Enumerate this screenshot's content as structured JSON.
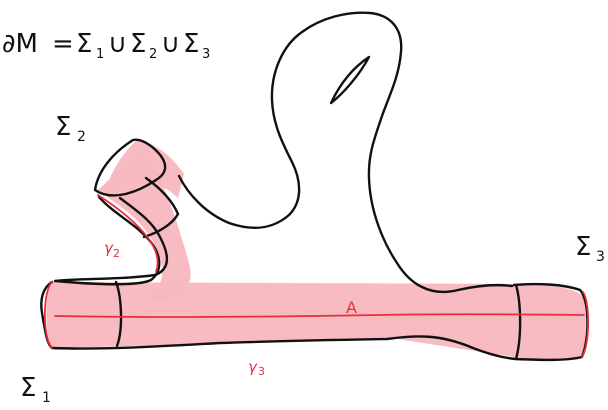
{
  "equation": {
    "lhs": "∂M",
    "equals": "=",
    "sigma": "Σ",
    "sub1": "1",
    "sub2": "2",
    "sub3": "3",
    "union": "∪"
  },
  "boundary_labels": {
    "sigma": "Σ",
    "sigma1_sub": "1",
    "sigma2_sub": "2",
    "sigma3_sub": "3"
  },
  "curve_labels": {
    "gamma": "γ",
    "gamma2_sub": "2",
    "gamma3_sub": "3",
    "region_a": "A"
  },
  "colors": {
    "outline": "#111111",
    "highlight_fill": "#f8b7bf",
    "highlight_stroke": "#e8303a"
  }
}
